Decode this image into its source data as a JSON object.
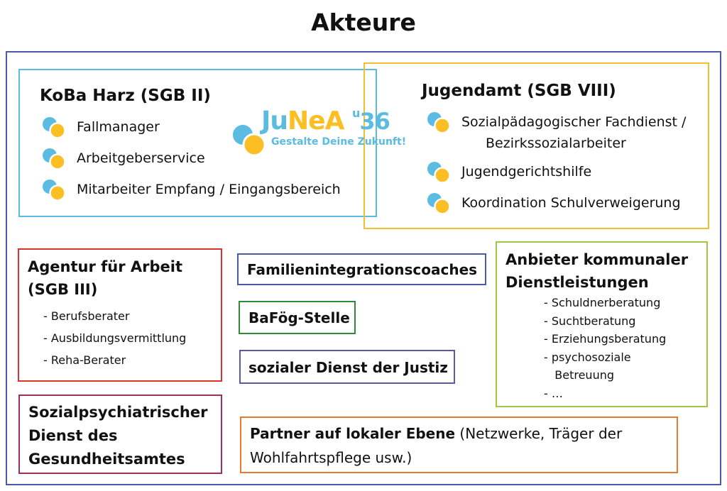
{
  "title": "Akteure",
  "colors": {
    "outer": "#4a5aa8",
    "koba": "#5bbbe0",
    "jugendamt": "#f0c030",
    "agentur": "#d9342b",
    "familien": "#4a5aa8",
    "bafoeg": "#2e8b3a",
    "justiz": "#5a5aa0",
    "anbieter": "#a0c840",
    "sozialpsych": "#9a3060",
    "partner": "#e87a30",
    "logo_blue": "#5bbbe0",
    "logo_yellow": "#fbbf24"
  },
  "logo": {
    "name_part1": "Ju",
    "name_part2": "NeA",
    "suffix_u": "u",
    "suffix_num": "36",
    "tagline": "Gestalte Deine Zukunft!"
  },
  "koba": {
    "heading": "KoBa Harz (SGB II)",
    "items": [
      "Fallmanager",
      "Arbeitgeberservice",
      "Mitarbeiter Empfang / Eingangsbereich"
    ]
  },
  "jugendamt": {
    "heading": "Jugendamt (SGB VIII)",
    "items": [
      "Sozialpädagogischer Fachdienst /",
      "Jugendgerichtshilfe",
      "Koordination Schulverweigerung"
    ],
    "item1_cont": "Bezirkssozialarbeiter"
  },
  "agentur": {
    "heading_line1": "Agentur für Arbeit",
    "heading_line2": "(SGB III)",
    "items": [
      "- Berufsberater",
      "- Ausbildungsvermittlung",
      "- Reha-Berater"
    ]
  },
  "familien": {
    "heading": "Familienintegrationscoaches"
  },
  "bafoeg": {
    "heading": "BaFög-Stelle"
  },
  "justiz": {
    "heading": "sozialer Dienst der Justiz"
  },
  "anbieter": {
    "heading_line1": "Anbieter kommunaler",
    "heading_line2": "Dienstleistungen",
    "items": [
      "- Schuldnerberatung",
      "- Suchtberatung",
      "- Erziehungsberatung",
      "- psychosoziale",
      "   Betreuung",
      "- …"
    ]
  },
  "sozialpsych": {
    "lines": [
      "Sozialpsychiatrischer",
      "Dienst des",
      "Gesundheitsamtes"
    ]
  },
  "partner": {
    "bold": "Partner auf lokaler Ebene",
    "normal": " (Netzwerke, Träger der",
    "line2": "Wohlfahrtspflege usw.)"
  }
}
